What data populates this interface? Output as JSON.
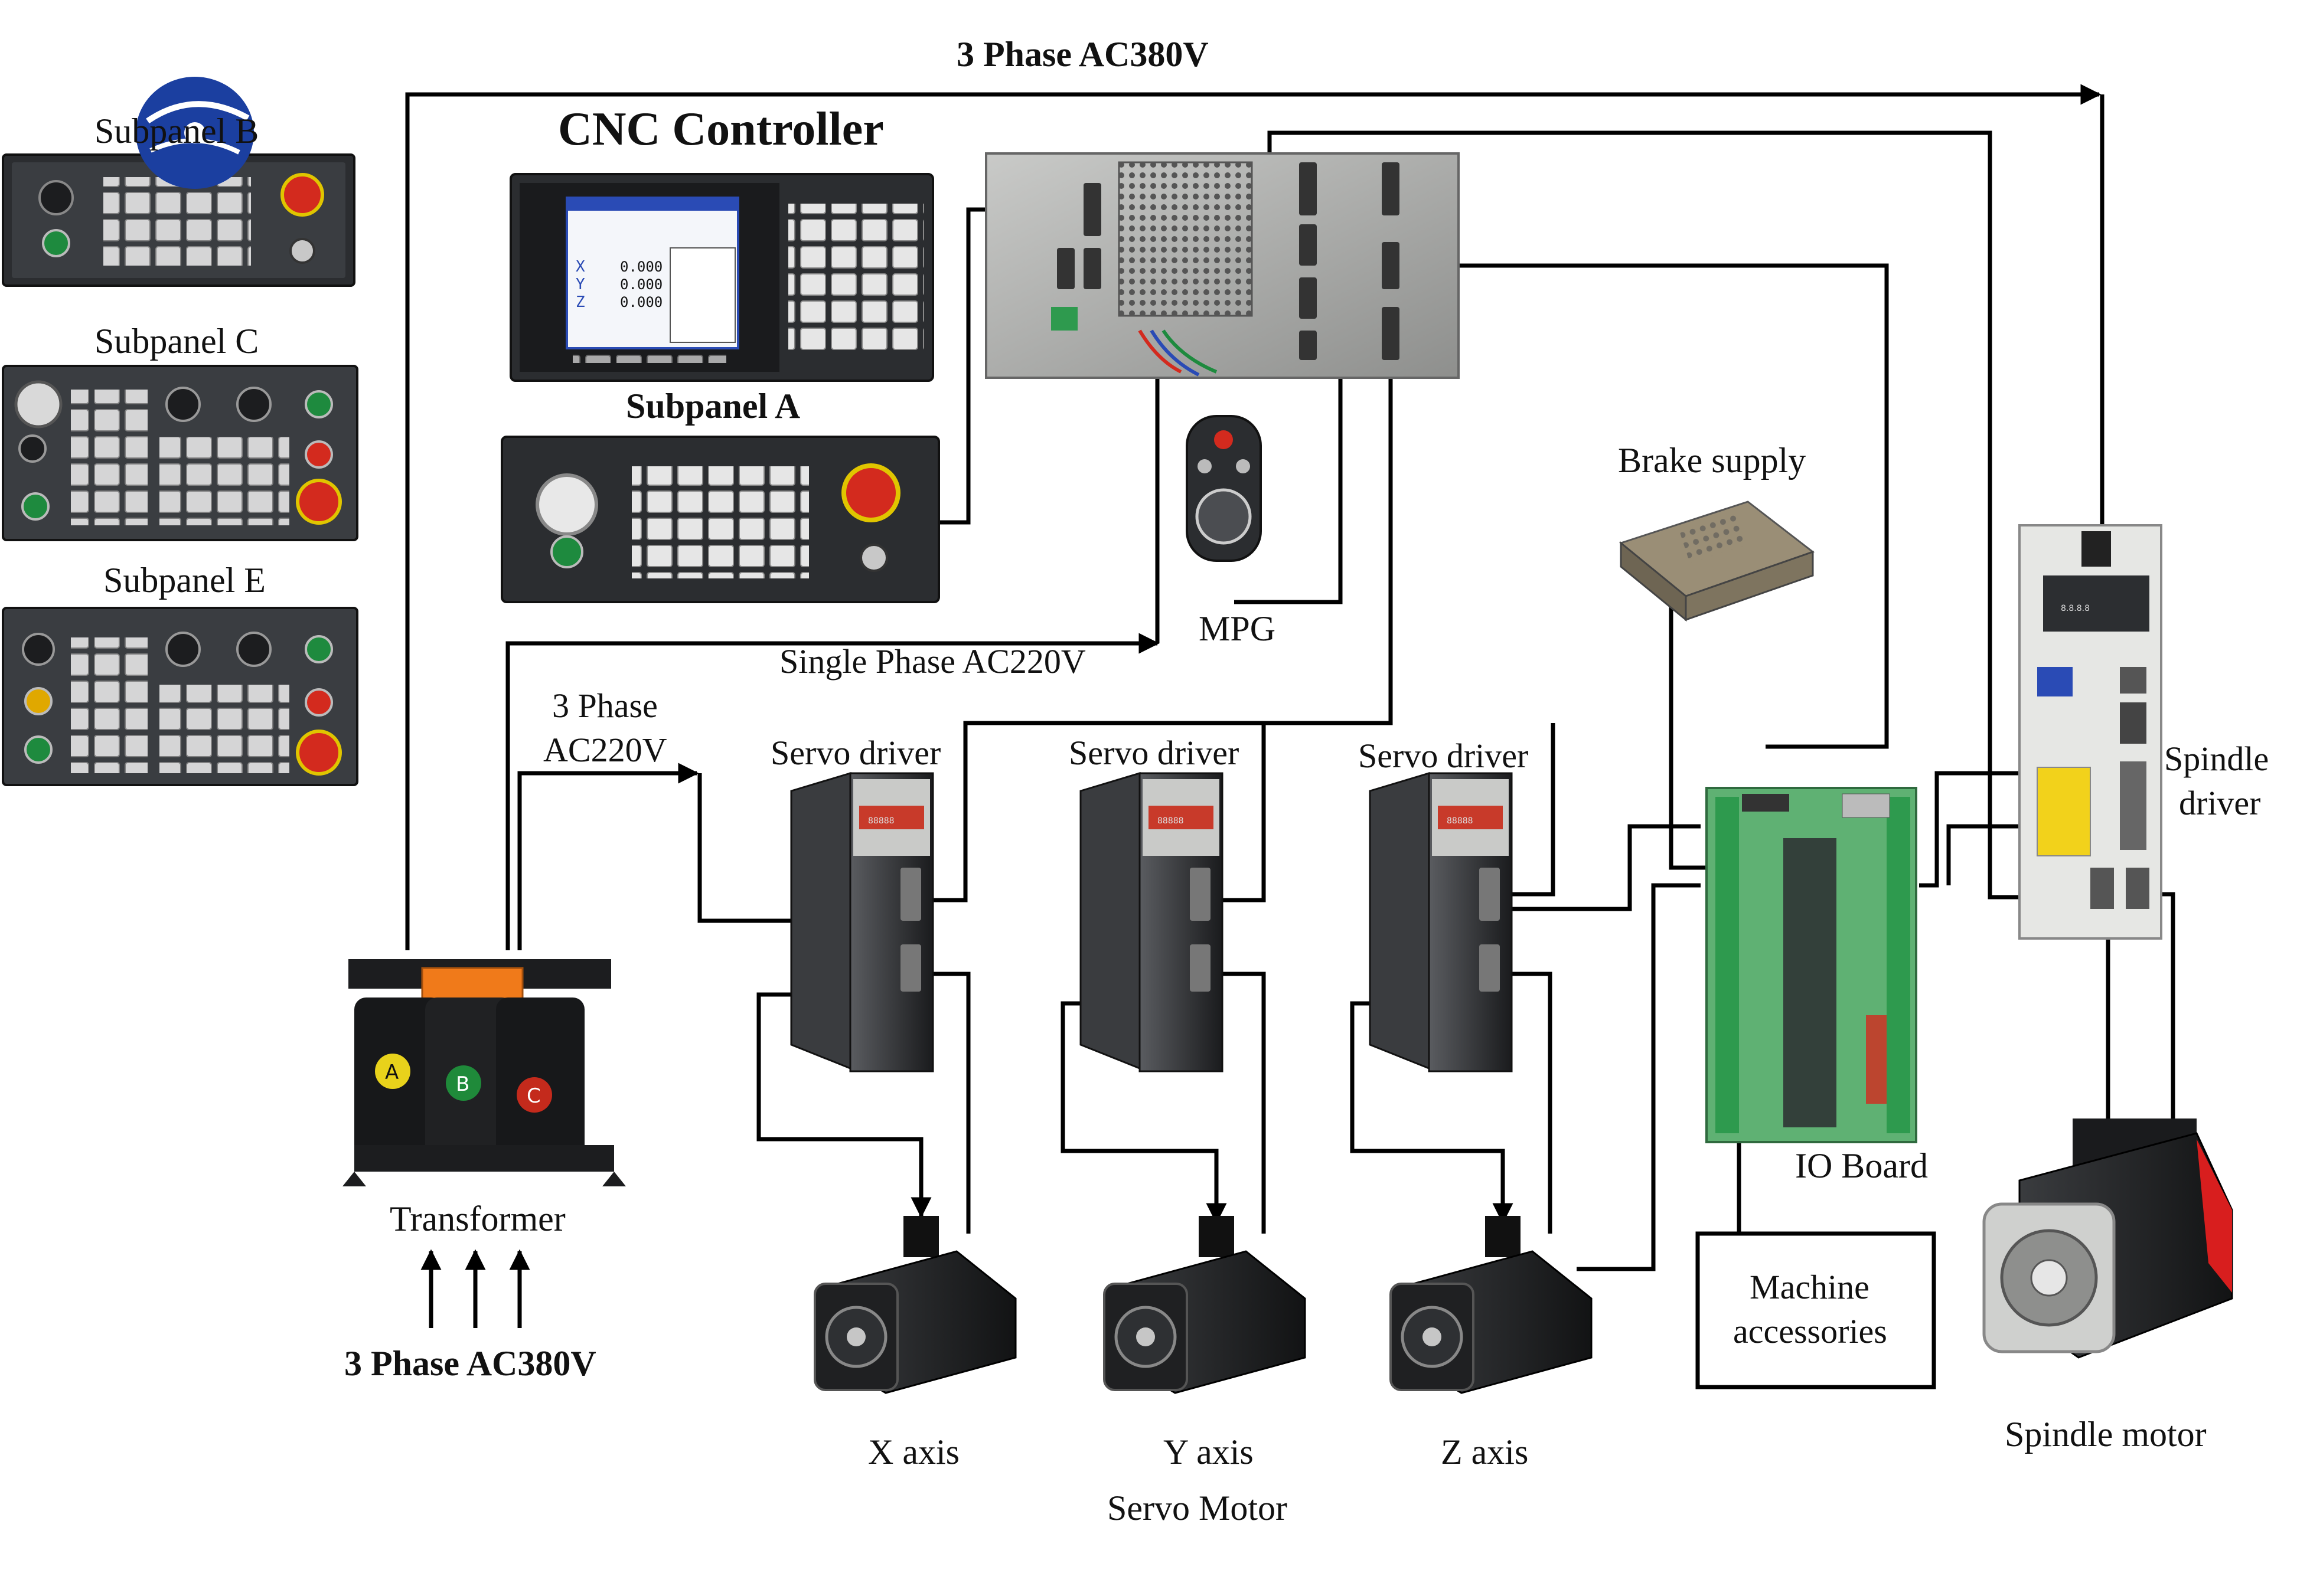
{
  "labels": {
    "power_top": "3 Phase AC380V",
    "power_bottom": "3 Phase AC380V",
    "cnc_controller": "CNC Controller",
    "subpanel_a": "Subpanel A",
    "subpanel_b": "Subpanel B",
    "subpanel_c": "Subpanel C",
    "subpanel_e": "Subpanel E",
    "single_phase": "Single Phase AC220V",
    "three_phase_ac220_l1": "3 Phase",
    "three_phase_ac220_l2": "AC220V",
    "mpg": "MPG",
    "brake_supply": "Brake supply",
    "servo_driver_x": "Servo driver",
    "servo_driver_y": "Servo driver",
    "servo_driver_z": "Servo driver",
    "spindle_driver_l1": "Spindle",
    "spindle_driver_l2": "driver",
    "transformer": "Transformer",
    "io_board": "IO Board",
    "machine_accessories_l1": "Machine",
    "machine_accessories_l2": "accessories",
    "x_axis": "X axis",
    "y_axis": "Y axis",
    "z_axis": "Z axis",
    "servo_motor": "Servo Motor",
    "spindle_motor": "Spindle motor"
  },
  "screen": {
    "x_label": "X",
    "y_label": "Y",
    "z_label": "Z",
    "x_value": "0.000",
    "y_value": "0.000",
    "z_value": "0.000"
  },
  "transformer_phases": [
    "A",
    "B",
    "C"
  ],
  "servo_display": "88888",
  "spindle_display": "8.8.8.8",
  "colors": {
    "wire": "#000000",
    "panel_dark": "#2b2d30",
    "panel_metal": "#a9aaa8",
    "estop_red": "#d32a1e",
    "button_green": "#1e8a3e",
    "phase_a": "#e8d21b",
    "phase_b": "#1f8a3a",
    "phase_c": "#c42a1c",
    "pcb_green": "#5fb173",
    "terminal_orange": "#f07a1a",
    "motor_red": "#d81e1e",
    "logo_blue": "#1b3fa0"
  }
}
